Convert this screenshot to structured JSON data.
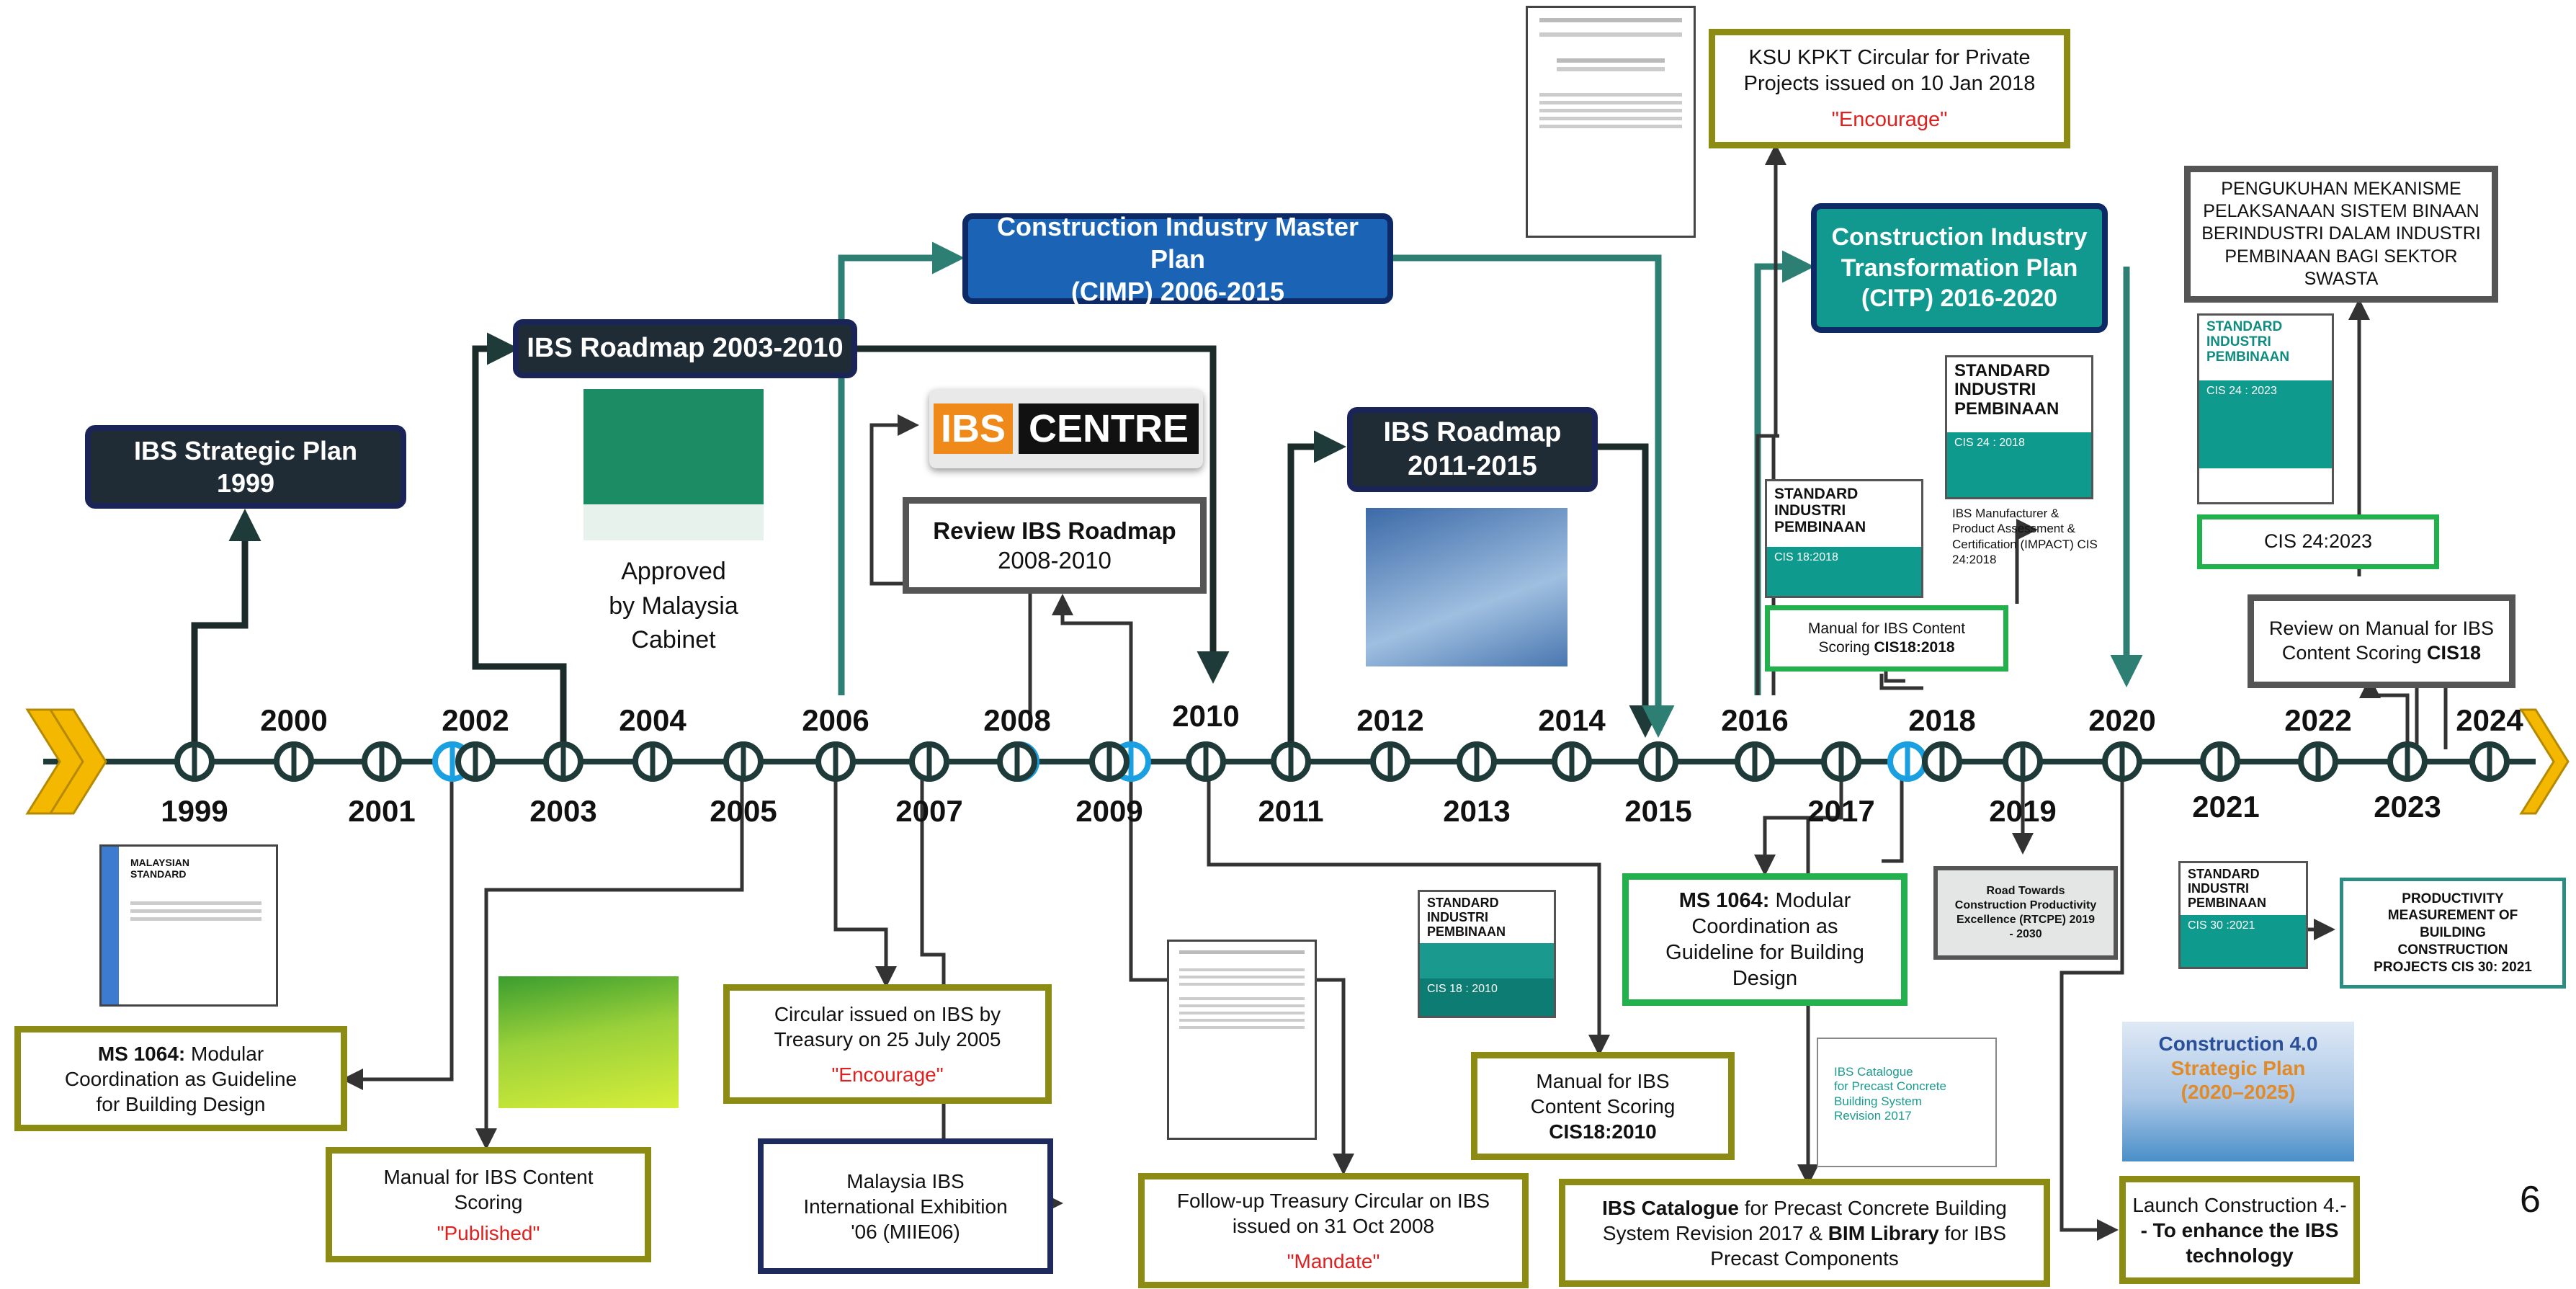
{
  "colors": {
    "line": "#1f3b39",
    "accent_arrow": "#f5b800",
    "marker_blue": "#1aa0e0",
    "olive": "#8c8c14",
    "green": "#22b14c",
    "cimp": "#1a63b5",
    "citp": "#11998f",
    "red": "#e0201e"
  },
  "years": {
    "y1999": "1999",
    "y2000": "2000",
    "y2001": "2001",
    "y2002": "2002",
    "y2003": "2003",
    "y2004": "2004",
    "y2005": "2005",
    "y2006": "2006",
    "y2007": "2007",
    "y2008": "2008",
    "y2009": "2009",
    "y2010": "2010",
    "y2011": "2011",
    "y2012": "2012",
    "y2013": "2013",
    "y2014": "2014",
    "y2015": "2015",
    "y2016": "2016",
    "y2017": "2017",
    "y2018": "2018",
    "y2019": "2019",
    "y2020": "2020",
    "y2021": "2021",
    "y2022": "2022",
    "y2023": "2023",
    "y2024": "2024"
  },
  "plans": {
    "strategic_1": "IBS Strategic Plan",
    "strategic_2": "1999",
    "roadmap1": "IBS Roadmap 2003-2010",
    "cimp_1": "Construction Industry Master Plan",
    "cimp_2": "(CIMP) 2006-2015",
    "roadmap2_1": "IBS Roadmap",
    "roadmap2_2": "2011-2015",
    "citp_1": "Construction Industry",
    "citp_2": "Transformation Plan",
    "citp_3": "(CITP) 2016-2020",
    "ibs_centre_1": "IBS",
    "ibs_centre_2": "CENTRE"
  },
  "notes": {
    "approved_1": "Approved",
    "approved_2": "by Malaysia",
    "approved_3": "Cabinet",
    "review_roadmap_1": "Review IBS Roadmap",
    "review_roadmap_2": "2008-2010",
    "ksu_1": "KSU KPKT Circular for Private",
    "ksu_2": "Projects issued on 10 Jan 2018",
    "ksu_3": "\"Encourage\"",
    "pengukuhan_1": "PENGUKUHAN MEKANISME",
    "pengukuhan_2": "PELAKSANAAN SISTEM BINAAN",
    "pengukuhan_3": "BERINDUSTRI DALAM INDUSTRI",
    "pengukuhan_4": "PEMBINAAN BAGI SEKTOR",
    "pengukuhan_5": "SWASTA",
    "cis24_2023": "CIS 24:2023",
    "review_manual_1": "Review on Manual for IBS",
    "review_manual_2": "Content Scoring ",
    "review_manual_3": "CIS18",
    "manual_2018_1": "Manual for IBS Content",
    "manual_2018_2": "Scoring ",
    "manual_2018_3": "CIS18:2018",
    "impact_1": "IBS Manufacturer &",
    "impact_2": "Product Assessment &",
    "impact_3": "Certification (IMPACT) CIS",
    "impact_4": "24:2018",
    "ms1064a_1": "MS 1064:",
    "ms1064a_2": " Modular",
    "ms1064a_3": "Coordination as Guideline",
    "ms1064a_4": "for Building Design",
    "manual_pub_1": "Manual for IBS Content",
    "manual_pub_2": "Scoring",
    "manual_pub_3": "\"Published\"",
    "circ2005_1": "Circular issued on IBS by",
    "circ2005_2": "Treasury on 25 July 2005",
    "circ2005_3": "\"Encourage\"",
    "miie_1": "Malaysia IBS",
    "miie_2": "International Exhibition",
    "miie_3": "'06 (MIIE06)",
    "circ2008_1": "Follow-up Treasury Circular on IBS",
    "circ2008_2": "issued on 31 Oct 2008",
    "circ2008_3": "\"Mandate\"",
    "manual_2010_1": "Manual for IBS",
    "manual_2010_2": "Content Scoring",
    "manual_2010_3": "CIS18:2010",
    "ms1064b_1": "MS 1064:",
    "ms1064b_2": " Modular",
    "ms1064b_3": "Coordination as",
    "ms1064b_4": "Guideline for Building",
    "ms1064b_5": "Design",
    "catalogue_1": "IBS Catalogue",
    "catalogue_2": " for Precast Concrete Building",
    "catalogue_3": "System Revision 2017 & ",
    "catalogue_4": "BIM Library",
    "catalogue_5": " for IBS",
    "catalogue_6": "Precast Components",
    "rtcpe_1": "Road Towards",
    "rtcpe_2": "Construction Productivity",
    "rtcpe_3": "Excellence (RTCPE) 2019",
    "rtcpe_4": "- 2030",
    "productivity_1": "PRODUCTIVITY",
    "productivity_2": "MEASUREMENT OF",
    "productivity_3": "BUILDING",
    "productivity_4": "CONSTRUCTION",
    "productivity_5": "PROJECTS CIS 30: 2021",
    "c40_1": "Launch Construction 4.-",
    "c40_2": "- To enhance the IBS",
    "c40_3": "technology",
    "c40_poster_1": "Construction 4.0",
    "c40_poster_2": "Strategic Plan",
    "c40_poster_3": "(2020–2025)"
  },
  "covers": {
    "std_1": "STANDARD",
    "std_2": "INDUSTRI",
    "std_3": "PEMBINAAN",
    "cis18_2018": "CIS 18:2018",
    "cis24_2018": "CIS 24 : 2018",
    "cis24_2023": "CIS 24 : 2023",
    "cis30_2021": "CIS 30 :2021",
    "cis18_2010": "CIS 18 : 2010",
    "catalogue_cover_1": "IBS Catalogue",
    "catalogue_cover_2": "for Precast Concrete",
    "catalogue_cover_3": "Building System",
    "catalogue_cover_4": "Revision 2017",
    "ms_cover_1": "MALAYSIAN",
    "ms_cover_2": "STANDARD"
  },
  "page_number": "6"
}
